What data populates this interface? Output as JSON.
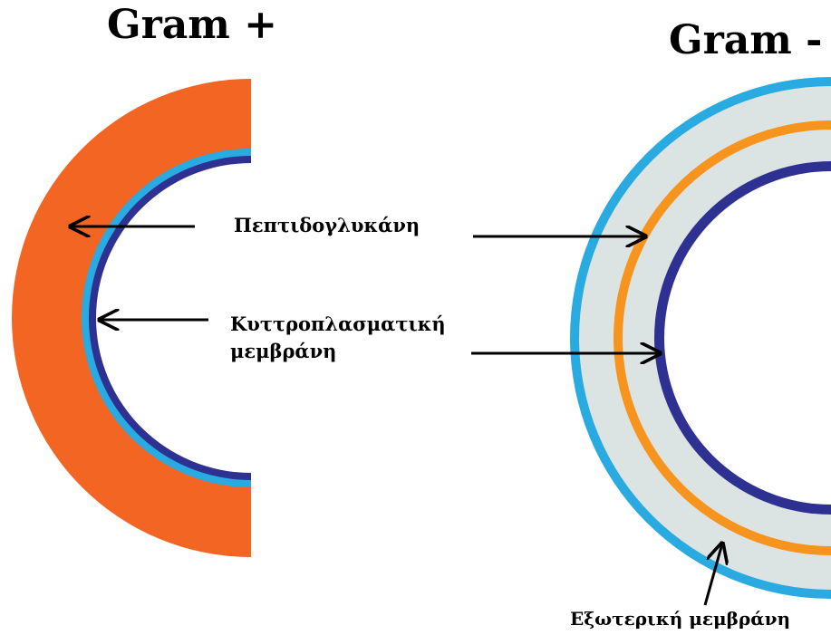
{
  "titles": {
    "gram_positive": "Gram +",
    "gram_negative": "Gram -"
  },
  "labels": {
    "peptidoglycan": "Πεπτιδογλυκάνη",
    "cytoplasmic_membrane_line1": "Κυττροπλασματική",
    "cytoplasmic_membrane_line2": "μεμβράνη",
    "outer_membrane": "Εξωτερική μεμβράνη"
  },
  "colors": {
    "peptidoglycan_thick": "#F26522",
    "peptidoglycan_thin": "#F7941D",
    "membrane_light_blue": "#29AAE1",
    "membrane_dark_blue": "#2E3192",
    "periplasm": "#DCE3E3",
    "arrow": "#000000"
  }
}
